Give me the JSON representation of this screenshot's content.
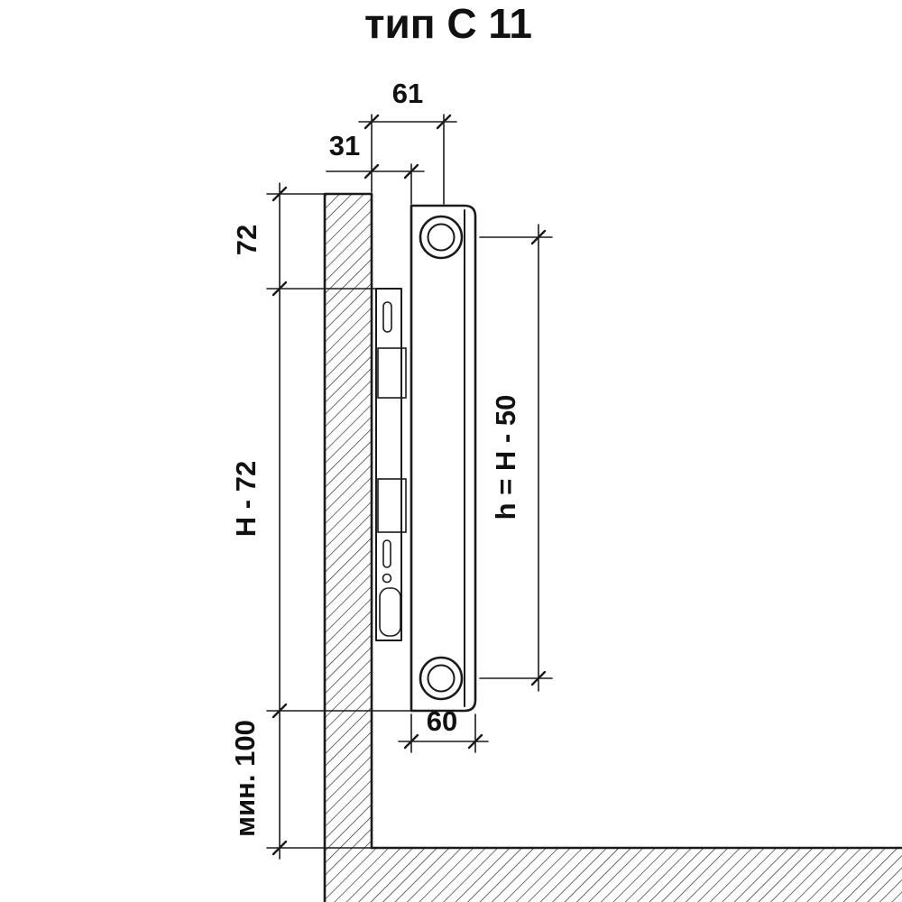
{
  "title": "тип С 11",
  "dimensions": {
    "top_depth": "61",
    "bracket_depth": "31",
    "top_offset": "72",
    "left_height": "H - 72",
    "pipe_spacing": "h = H - 50",
    "floor_clearance": "мин. 100",
    "bottom_depth": "60"
  },
  "colors": {
    "line": "#1a1a1a",
    "background": "#ffffff"
  }
}
